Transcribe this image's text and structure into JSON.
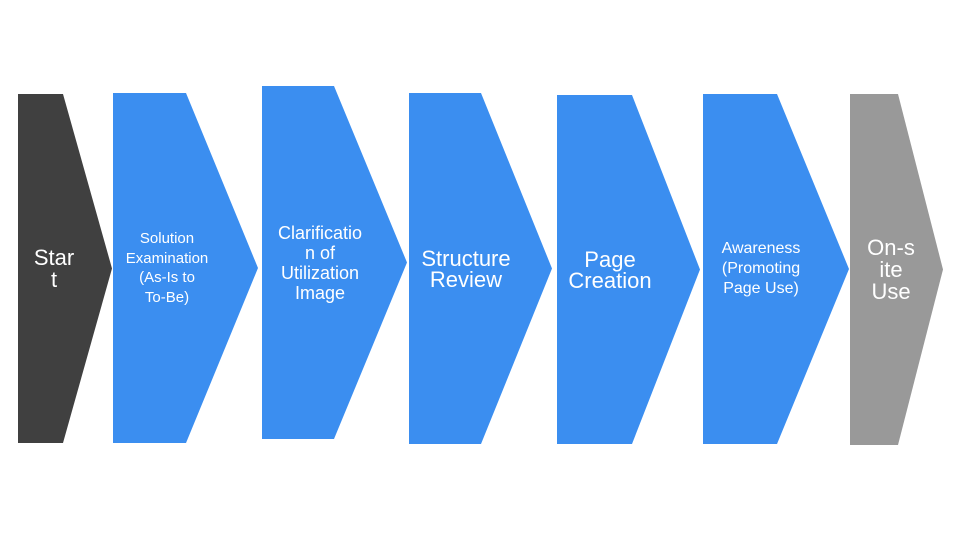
{
  "slide": {
    "background": "#ffffff",
    "text_color": "#ffffff",
    "colors": {
      "step_blue": "#3B8EF0",
      "start_dark_gray": "#404040",
      "end_light_gray": "#999999"
    },
    "steps": [
      {
        "id": "start",
        "label": "Start",
        "lines": [
          "Star",
          "t"
        ],
        "fill": "#404040"
      },
      {
        "id": "solution-examination",
        "label": "Solution Examination (As-Is to To-Be)",
        "lines": [
          "Solution",
          "Examination",
          "(As-Is to",
          "To-Be)"
        ],
        "fill": "#3B8EF0"
      },
      {
        "id": "clarification-of-utilization-image",
        "label": "Clarification of Utilization Image",
        "lines": [
          "Clarificatio",
          "n of",
          "Utilization",
          "Image"
        ],
        "fill": "#3B8EF0"
      },
      {
        "id": "structure-review",
        "label": "Structure Review",
        "lines": [
          "Structure",
          "Review"
        ],
        "fill": "#3B8EF0"
      },
      {
        "id": "page-creation",
        "label": "Page Creation",
        "lines": [
          "Page",
          "Creation"
        ],
        "fill": "#3B8EF0"
      },
      {
        "id": "awareness-promoting-page-use",
        "label": "Awareness (Promoting Page Use)",
        "lines": [
          "Awareness",
          "(Promoting",
          "Page Use)"
        ],
        "fill": "#3B8EF0"
      },
      {
        "id": "on-site-use",
        "label": "On-site Use",
        "lines": [
          "On-s",
          "ite",
          "Use"
        ],
        "fill": "#999999"
      }
    ]
  }
}
